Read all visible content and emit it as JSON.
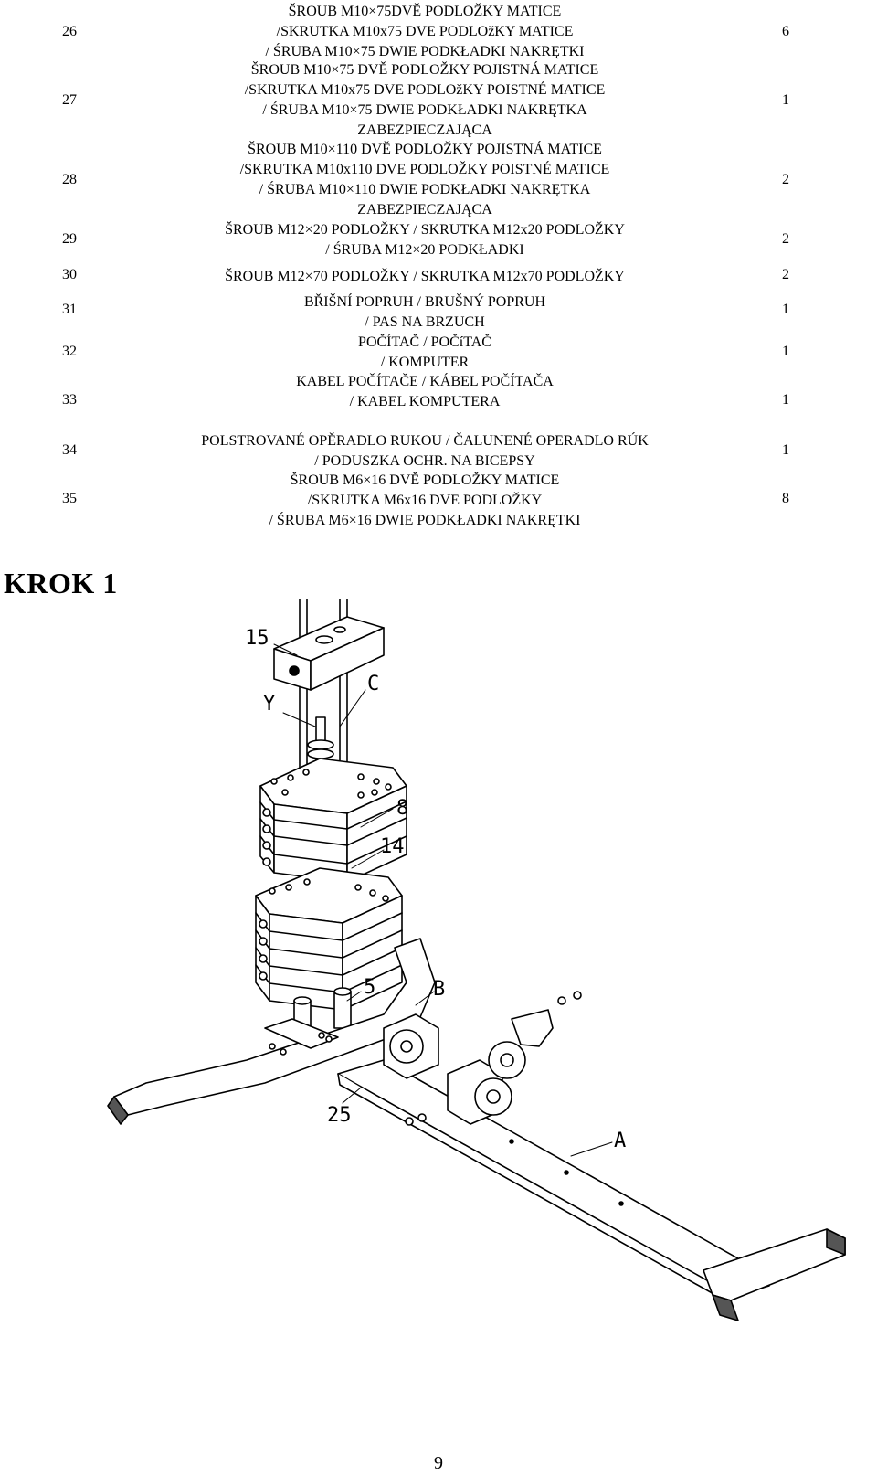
{
  "parts": [
    {
      "no": "26",
      "lines": [
        "ŠROUB M10×75DVĚ PODLOŽKY MATICE",
        "/SKRUTKA M10x75 DVE PODLOžKY MATICE",
        "/ ŚRUBA M10×75 DWIE PODKŁADKI NAKRĘTKI"
      ],
      "qty": "6"
    },
    {
      "no": "27",
      "lines": [
        "ŠROUB M10×75 DVĚ PODLOŽKY POJISTNÁ MATICE",
        "/SKRUTKA M10x75 DVE PODLOžKY POISTNÉ MATICE",
        "/ ŚRUBA M10×75 DWIE PODKŁADKI NAKRĘTKA",
        "ZABEZPIECZAJĄCA"
      ],
      "qty": "1"
    },
    {
      "no": "28",
      "lines": [
        "ŠROUB M10×110 DVĚ PODLOŽKY POJISTNÁ MATICE",
        "/SKRUTKA M10x110 DVE PODLOŽKY POISTNÉ MATICE",
        "/ ŚRUBA M10×110 DWIE PODKŁADKI NAKRĘTKA",
        "ZABEZPIECZAJĄCA"
      ],
      "qty": "2"
    },
    {
      "no": "29",
      "lines": [
        "ŠROUB M12×20 PODLOŽKY / SKRUTKA M12x20 PODLOŽKY",
        "/ ŚRUBA M12×20 PODKŁADKI"
      ],
      "qty": "2"
    },
    {
      "no": "30",
      "lines": [
        "ŠROUB M12×70 PODLOŽKY / SKRUTKA M12x70 PODLOŽKY"
      ],
      "qty": "2"
    },
    {
      "no": "31",
      "lines": [
        "BŘIŠNÍ POPRUH / BRUŠNÝ POPRUH",
        "/ PAS NA BRZUCH"
      ],
      "qty": "1"
    },
    {
      "no": "32",
      "lines": [
        "POČÍTAČ / POČíTAČ",
        "/ KOMPUTER"
      ],
      "qty": "1"
    },
    {
      "no": "33",
      "lines": [
        "KABEL POČÍTAČE / KÁBEL POČÍTAČA",
        "/ KABEL KOMPUTERA"
      ],
      "qty": "1"
    },
    {
      "no": "34",
      "lines": [
        "POLSTROVANÉ OPĚRADLO RUKOU / ČALUNENÉ OPERADLO RÚK",
        "/ PODUSZKA OCHR. NA BICEPSY"
      ],
      "qty": "1"
    },
    {
      "no": "35",
      "lines": [
        "ŠROUB M6×16 DVĚ PODLOŽKY MATICE",
        "/SKRUTKA M6x16 DVE PODLOŽKY",
        "/ ŚRUBA M6×16 DWIE PODKŁADKI NAKRĘTKI"
      ],
      "qty": "8"
    }
  ],
  "step_title": "KROK 1",
  "diagram_labels": {
    "l15": "15",
    "lC": "C",
    "lY": "Y",
    "l8": "8",
    "l14": "14",
    "l5": "5",
    "lB": "B",
    "l25": "25",
    "lA": "A"
  },
  "page_number": "9"
}
